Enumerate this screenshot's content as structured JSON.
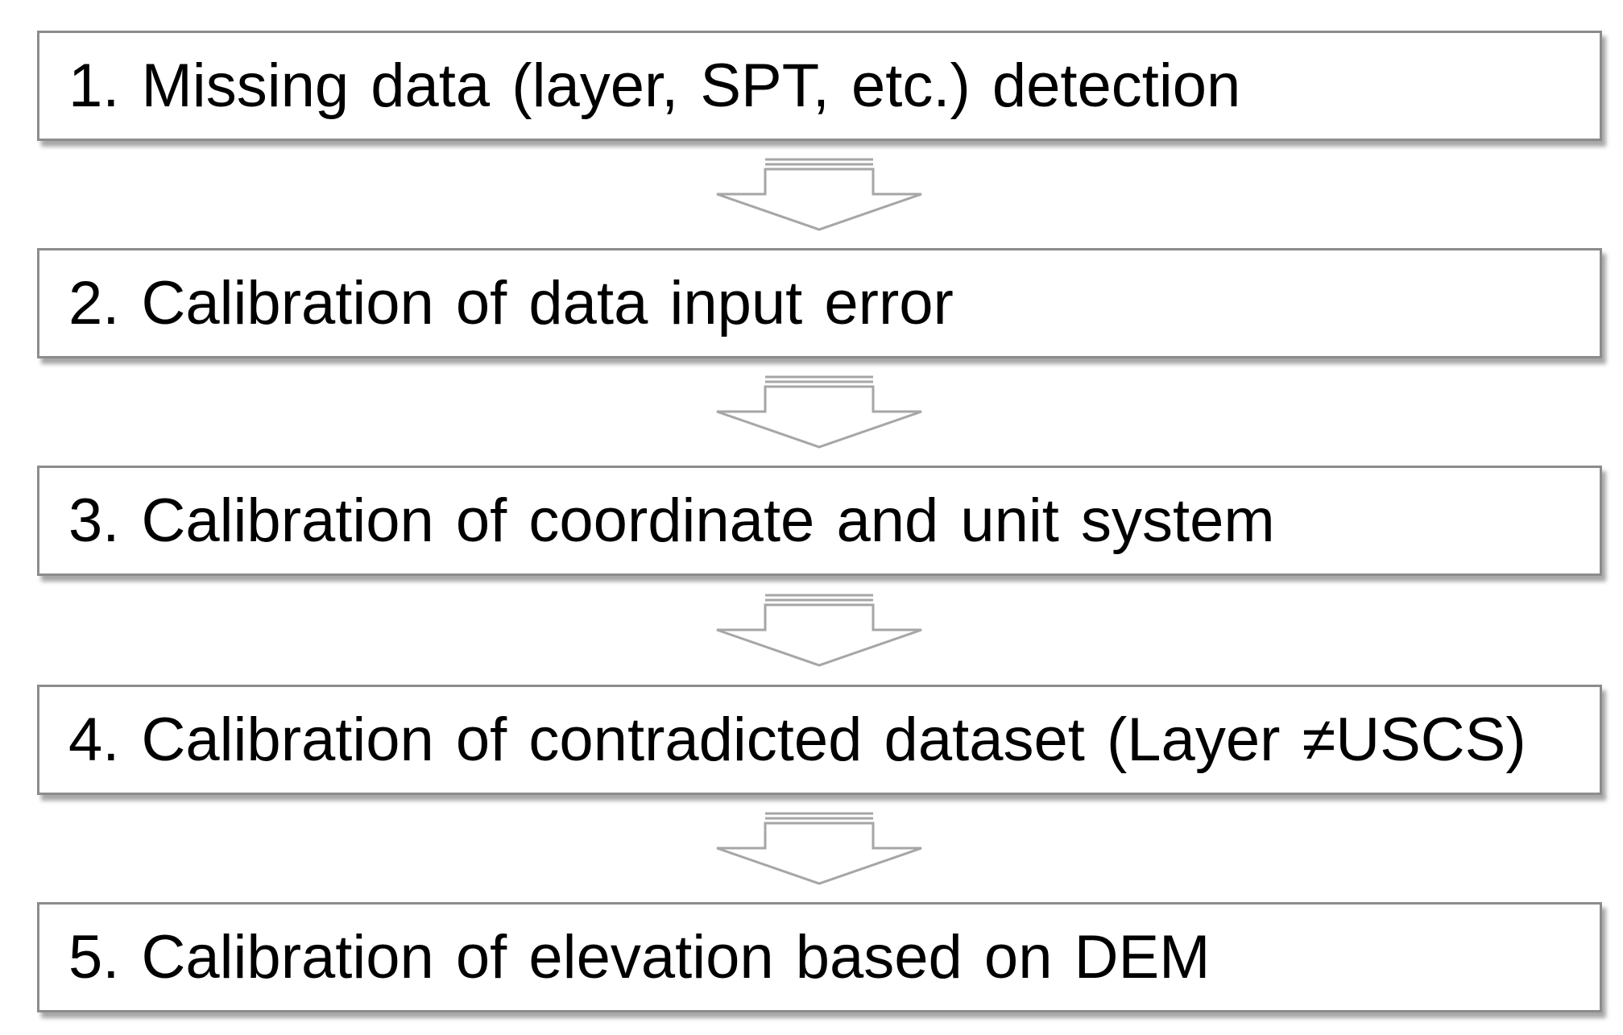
{
  "steps": [
    {
      "label": "1. Missing data (layer,  SPT, etc.) detection"
    },
    {
      "label": "2. Calibration of data input error"
    },
    {
      "label": "3. Calibration of coordinate and unit system"
    },
    {
      "label": "4. Calibration of contradicted dataset (Layer ≠USCS)"
    },
    {
      "label": "5. Calibration of elevation based on DEM"
    }
  ],
  "colors": {
    "box_border": "#8c8c8c",
    "arrow_stroke": "#a6a6a6",
    "text": "#000000"
  }
}
